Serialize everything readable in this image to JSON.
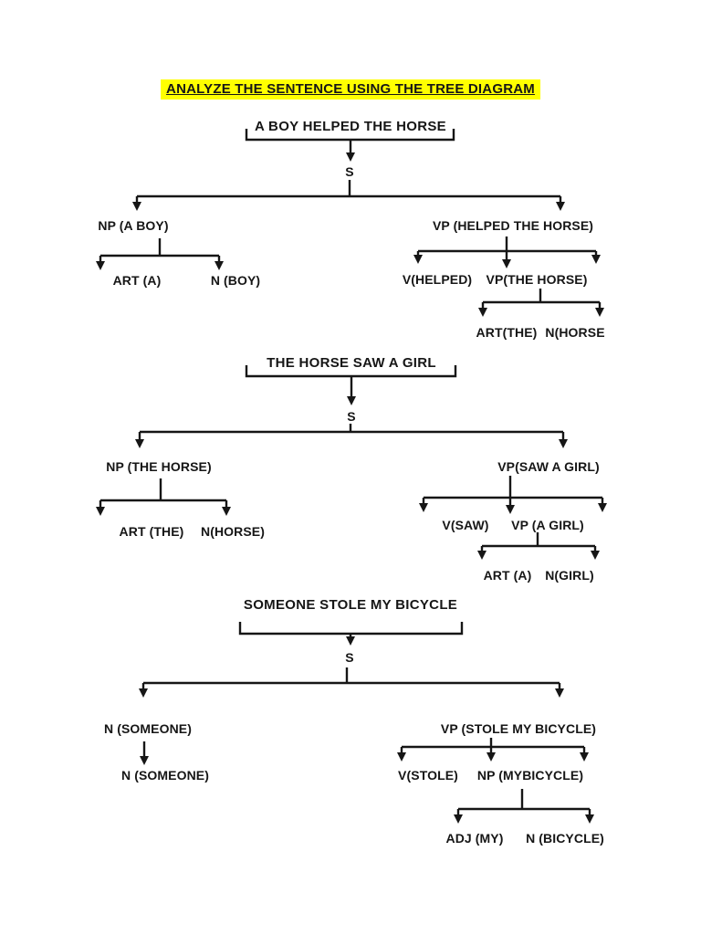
{
  "page": {
    "title": "ANALYZE THE SENTENCE USING THE TREE DIAGRAM",
    "highlight_color": "#ffff00",
    "ink_color": "#161616"
  },
  "trees": [
    {
      "sentence": "A BOY HELPED THE HORSE",
      "root": "S",
      "np": "NP (A BOY)",
      "vp": "VP (HELPED THE HORSE)",
      "np_art": "ART (A)",
      "np_n": "N (BOY)",
      "v": "V(HELPED)",
      "vp2": "VP(THE HORSE)",
      "vp2_art": "ART(THE)",
      "vp2_n": "N(HORSE"
    },
    {
      "sentence": "THE HORSE SAW A GIRL",
      "root": "S",
      "np": "NP (THE HORSE)",
      "vp": "VP(SAW A GIRL)",
      "np_art": "ART (THE)",
      "np_n": "N(HORSE)",
      "v": "V(SAW)",
      "vp2": "VP (A GIRL)",
      "vp2_art": "ART (A)",
      "vp2_n": "N(GIRL)"
    },
    {
      "sentence": "SOMEONE STOLE MY BICYCLE",
      "root": "S",
      "n_subject": "N (SOMEONE)",
      "vp": "VP (STOLE MY BICYCLE)",
      "n_subject_child": "N (SOMEONE)",
      "v": "V(STOLE)",
      "np2": "NP (MYBICYCLE)",
      "np2_adj": "ADJ (MY)",
      "np2_n": "N (BICYCLE)"
    }
  ]
}
